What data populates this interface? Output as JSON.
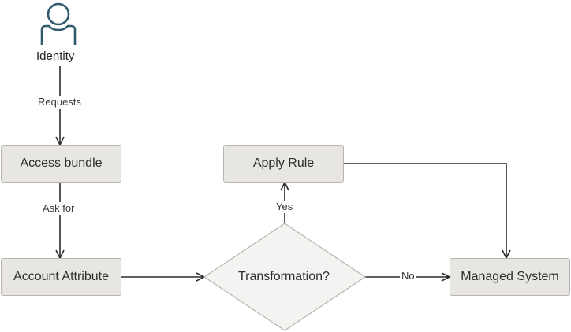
{
  "diagram": {
    "nodes": {
      "identity": {
        "label": "Identity",
        "icon": "person-icon"
      },
      "access_bundle": {
        "label": "Access bundle"
      },
      "account_attribute": {
        "label": "Account Attribute"
      },
      "transformation": {
        "label": "Transformation?"
      },
      "apply_rule": {
        "label": "Apply Rule"
      },
      "managed_system": {
        "label": "Managed System"
      }
    },
    "edges": {
      "requests": {
        "label": "Requests"
      },
      "ask_for": {
        "label": "Ask for"
      },
      "yes": {
        "label": "Yes"
      },
      "no": {
        "label": "No"
      }
    },
    "colors": {
      "icon": "#2f5a6e",
      "box_fill": "#e8e6e2",
      "box_border": "#b9b5ae",
      "line": "#2a2a2a"
    }
  }
}
